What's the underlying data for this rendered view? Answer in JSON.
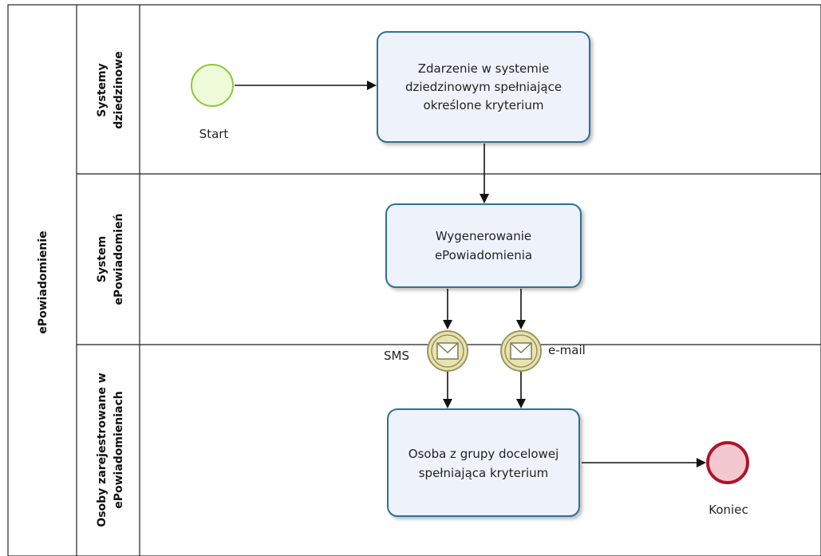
{
  "pool": {
    "title": "ePowiadomienie"
  },
  "lanes": [
    {
      "line1": "Systemy",
      "line2": "dziedzinowe"
    },
    {
      "line1": "System",
      "line2": "ePowiadomień"
    },
    {
      "line1": "Osoby zarejestrowane w",
      "line2": "ePowiadomieniach"
    }
  ],
  "events": {
    "start": {
      "label": "Start"
    },
    "end": {
      "label": "Koniec"
    },
    "sms": {
      "label": "SMS"
    },
    "email": {
      "label": "e-mail"
    }
  },
  "tasks": [
    {
      "lines": [
        "Zdarzenie w systemie",
        "dziedzinowym spełniające",
        "określone kryterium"
      ]
    },
    {
      "lines": [
        "Wygenerowanie",
        "ePowiadomienia"
      ]
    },
    {
      "lines": [
        "Osoba z grupy docelowej",
        "spełniająca kryterium"
      ]
    }
  ],
  "colors": {
    "task_fill": "#eef3fb",
    "task_stroke": "#2f6f98",
    "start_fill": "#eefad8",
    "start_stroke": "#8cc63f",
    "end_fill": "#f3c9cf",
    "end_stroke": "#b0132c",
    "message_fill": "#e8e4b0",
    "message_stroke": "#9a9660"
  },
  "icons": {
    "message": "envelope-icon"
  }
}
